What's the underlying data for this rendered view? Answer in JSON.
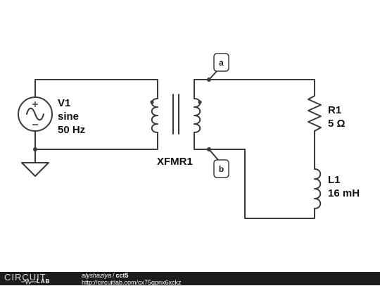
{
  "components": {
    "source": {
      "name": "V1",
      "type": "sine",
      "freq": "50 Hz"
    },
    "transformer": {
      "name": "XFMR1"
    },
    "resistor": {
      "name": "R1",
      "value": "5 Ω"
    },
    "inductor": {
      "name": "L1",
      "value": "16 mH"
    }
  },
  "nodes": {
    "a": "a",
    "b": "b"
  },
  "footer": {
    "logo_top": "CIRCUIT",
    "logo_bottom": "LAB",
    "user": "alyshaziya",
    "separator": "/",
    "title": "cct5",
    "url": "http://circuitlab.com/cx75gpnx6xckz"
  }
}
